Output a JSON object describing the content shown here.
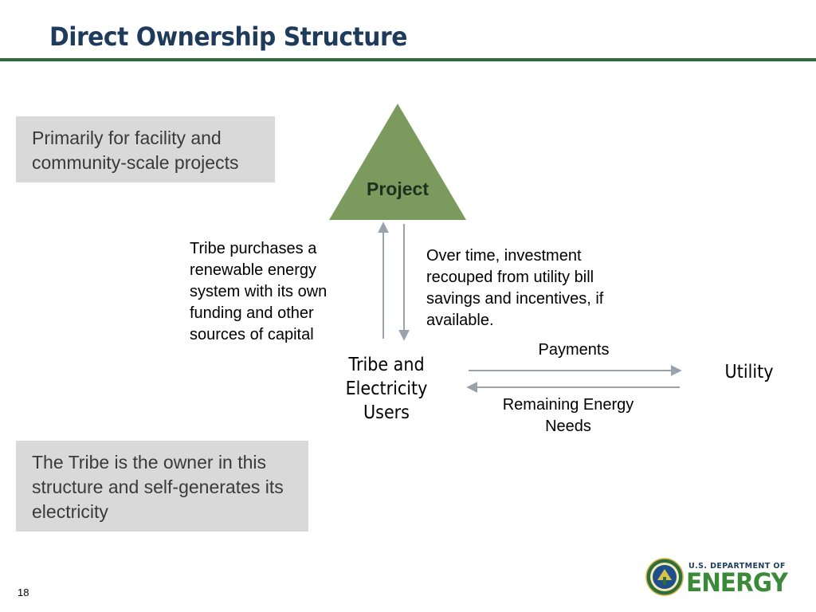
{
  "slide": {
    "title": "Direct Ownership Structure",
    "page_number": "18"
  },
  "notes": {
    "top": "Primarily for facility and community-scale projects",
    "bottom": "The Tribe is the owner in this structure and self-generates its electricity"
  },
  "diagram": {
    "project_label": "Project",
    "project_color": "#7b9a5e",
    "tribe_label": "Tribe and Electricity Users",
    "utility_label": "Utility",
    "left_description": "Tribe purchases a renewable energy system with its own funding and other sources of capital",
    "right_description": "Over time, investment recouped from utility bill savings and incentives, if available.",
    "payments_label": "Payments",
    "remaining_label": "Remaining Energy Needs",
    "arrow_color": "#9aa3ab"
  },
  "branding": {
    "logo_dept": "U.S. DEPARTMENT OF",
    "logo_name": "ENERGY",
    "rule_color": "#2e6b3a"
  }
}
